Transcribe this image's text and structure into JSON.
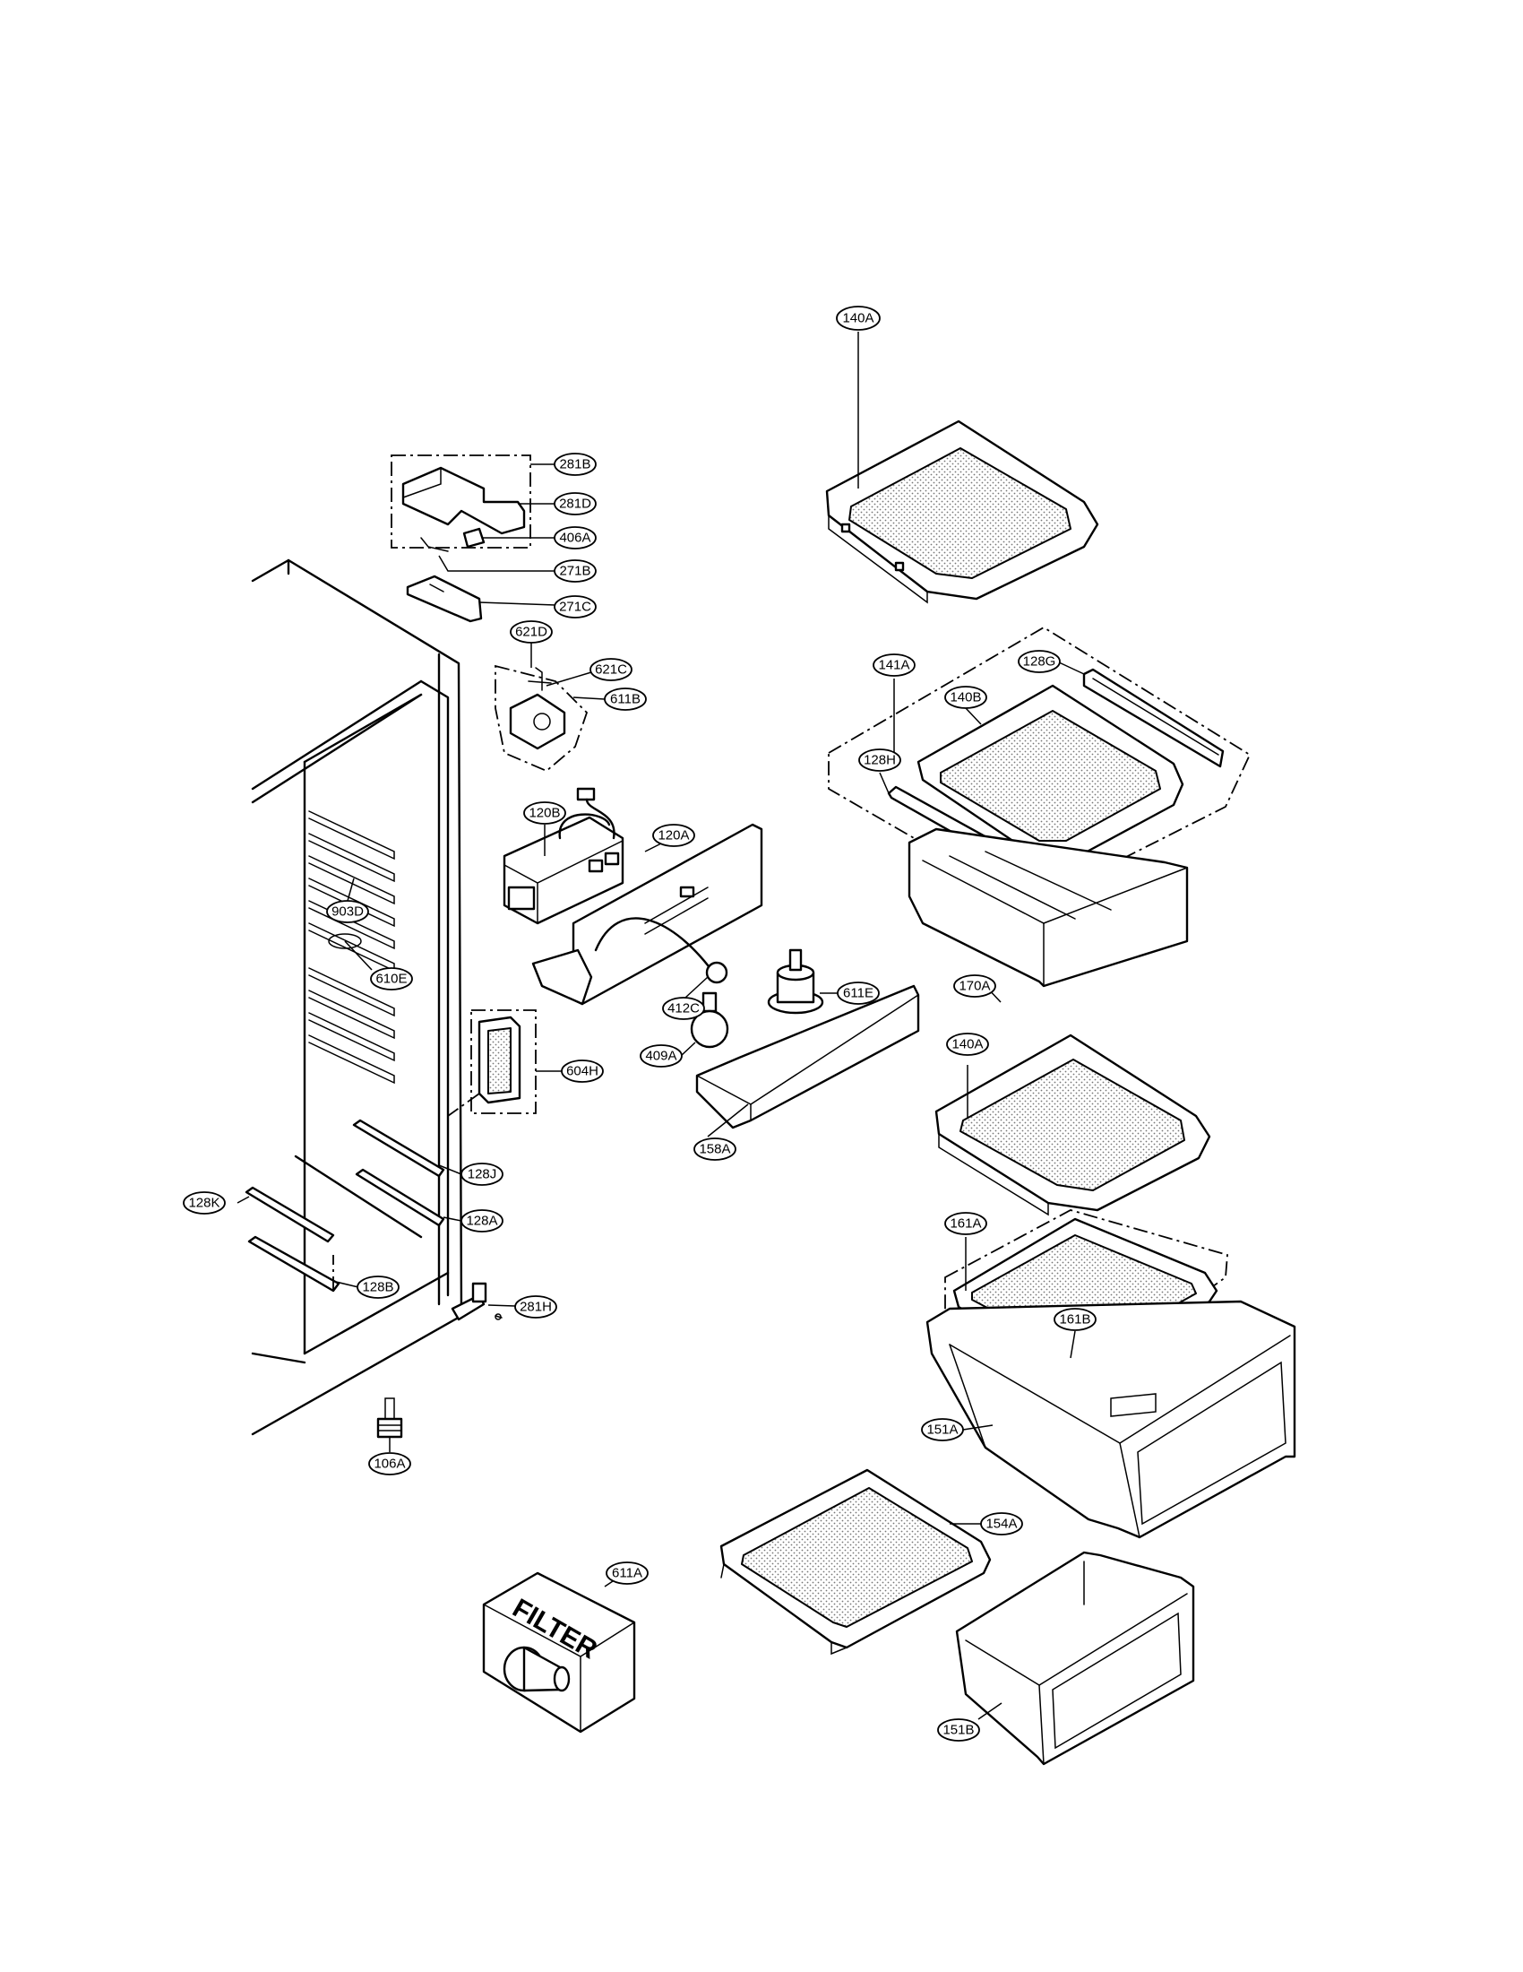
{
  "diagram": {
    "labels": {
      "p140A_top": "140A",
      "p281B": "281B",
      "p281D": "281D",
      "p406A": "406A",
      "p271B": "271B",
      "p271C": "271C",
      "p621D": "621D",
      "p621C": "621C",
      "p611B": "611B",
      "p141A": "141A",
      "p128G": "128G",
      "p140B": "140B",
      "p128H": "128H",
      "p120B": "120B",
      "p120A": "120A",
      "p903D": "903D",
      "p412C": "412C",
      "p611E": "611E",
      "p170A": "170A",
      "p610E": "610E",
      "p409A": "409A",
      "p604H": "604H",
      "p140A_mid": "140A",
      "p158A": "158A",
      "p128J": "128J",
      "p128K": "128K",
      "p128A": "128A",
      "p161A": "161A",
      "p128B": "128B",
      "p281H": "281H",
      "p161B": "161B",
      "p151A": "151A",
      "p106A": "106A",
      "p154A": "154A",
      "p611A": "611A",
      "p151B": "151B"
    },
    "filter_box_text": "FILTER"
  }
}
